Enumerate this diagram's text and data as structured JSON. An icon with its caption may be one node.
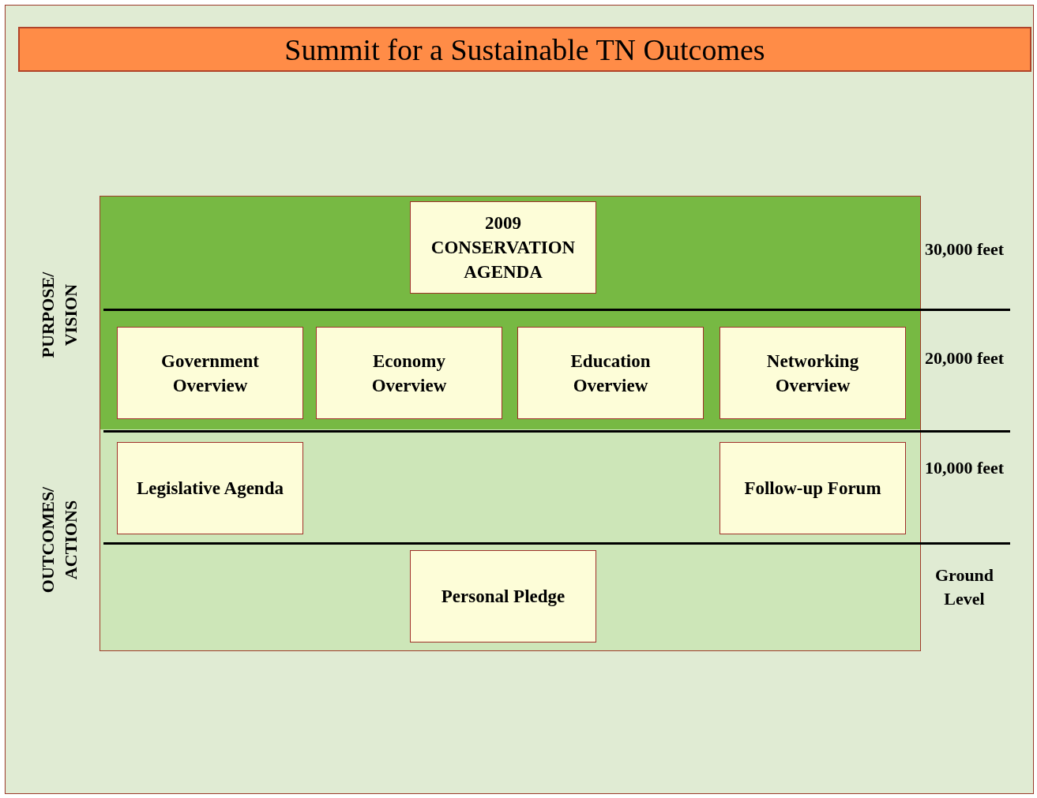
{
  "diagram": {
    "title": "Summit for a Sustainable TN Outcomes",
    "nodes": [
      {
        "text": [
          "2009 CONSERVATION AGENDA"
        ]
      },
      {
        "text": [
          "Government Overview"
        ]
      },
      {
        "text": [
          "Economy Overview"
        ]
      },
      {
        "text": [
          "Education Overview"
        ]
      },
      {
        "text": [
          "Networking Overview"
        ]
      },
      {
        "text": [
          "Legislative Agenda"
        ]
      },
      {
        "text": [
          "Follow-up Forum"
        ]
      },
      {
        "text": [
          "Personal Pledge"
        ]
      }
    ],
    "edges": [],
    "labels": [
      "PURPOSE/ VISION",
      "30,000 feet",
      "20,000 feet",
      "OUTCOMES/ ACTIONS",
      "10,000 feet",
      "Ground Level"
    ]
  }
}
